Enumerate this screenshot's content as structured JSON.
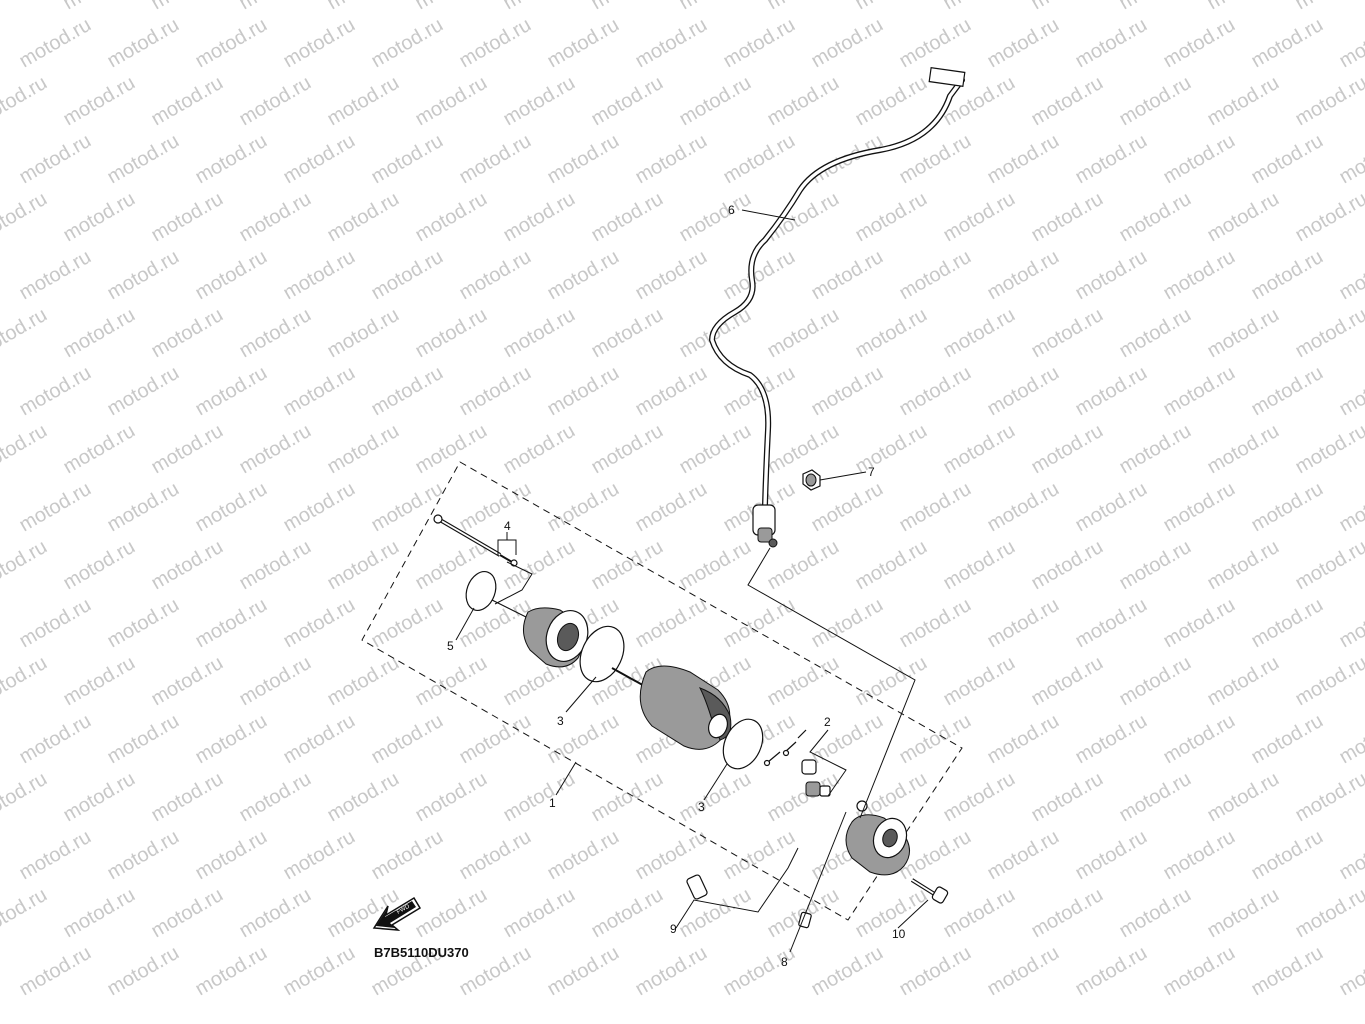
{
  "watermark": {
    "text": "motod.ru"
  },
  "diagram_code": "B7B5110DU370",
  "callouts": [
    {
      "id": "c1",
      "label": "1"
    },
    {
      "id": "c2",
      "label": "2"
    },
    {
      "id": "c3a",
      "label": "3"
    },
    {
      "id": "c3b",
      "label": "3"
    },
    {
      "id": "c4",
      "label": "4"
    },
    {
      "id": "c5",
      "label": "5"
    },
    {
      "id": "c6",
      "label": "6"
    },
    {
      "id": "c7",
      "label": "7"
    },
    {
      "id": "c8",
      "label": "8"
    },
    {
      "id": "c9",
      "label": "9"
    },
    {
      "id": "c10",
      "label": "10"
    }
  ],
  "colors": {
    "line": "#111111",
    "watermark": "#c8c8c8",
    "part_shade": "#9a9a9a"
  }
}
